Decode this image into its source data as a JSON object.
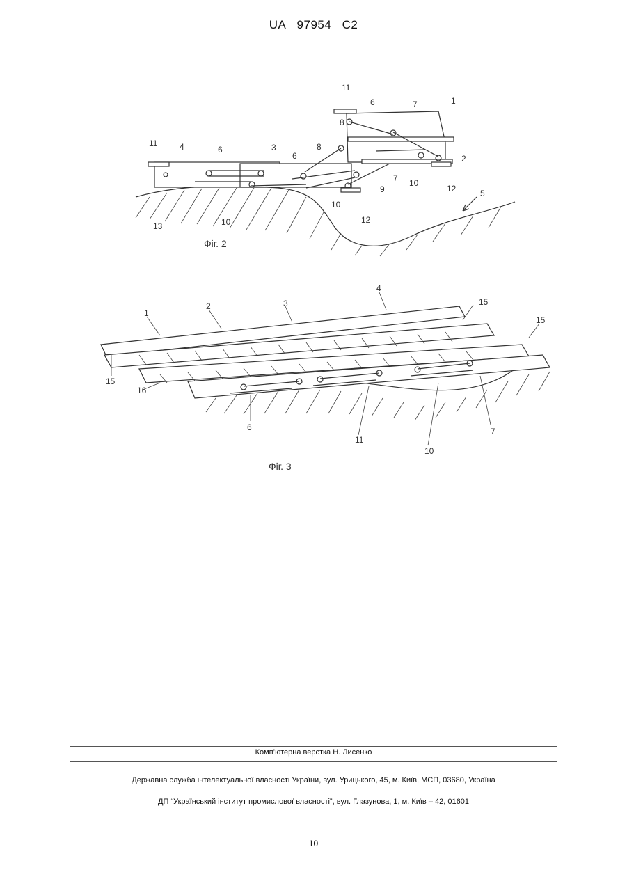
{
  "header": {
    "country": "UA",
    "number": "97954",
    "kind": "C2"
  },
  "figures": {
    "fig2": {
      "caption": "Фіг. 2",
      "labels": [
        "11",
        "6",
        "7",
        "1",
        "8",
        "8",
        "2",
        "11",
        "4",
        "6",
        "3",
        "6",
        "7",
        "9",
        "10",
        "12",
        "5",
        "13",
        "10",
        "10",
        "12"
      ]
    },
    "fig3": {
      "caption": "Фіг. 3",
      "labels": [
        "4",
        "15",
        "1",
        "2",
        "3",
        "15",
        "15",
        "16",
        "6",
        "11",
        "10",
        "7"
      ]
    }
  },
  "footer": {
    "layout": "Комп’ютерна верстка Н. Лисенко",
    "agency": "Державна служба інтелектуальної власності України, вул. Урицького, 45, м. Київ, МСП, 03680, Україна",
    "institute": "ДП “Український інститут промислової власності”, вул. Глазунова, 1, м. Київ – 42, 01601"
  },
  "page_number": "10"
}
